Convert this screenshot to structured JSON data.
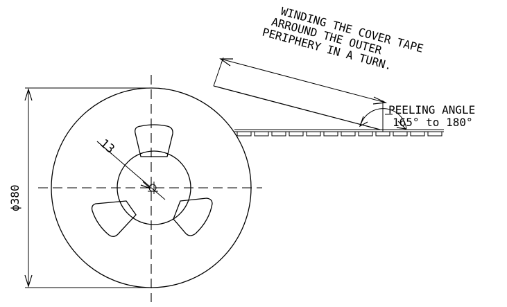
{
  "annotations": {
    "note_line1": "WINDING THE COVER TAPE",
    "note_line2": "ARROUND THE OUTER",
    "note_line3": "PERIPHERY IN A TURN.",
    "peel_label": "PEELING ANGLE",
    "peel_range": "165° to 180°",
    "diameter_label": "ϕ380",
    "radius_label": "13"
  },
  "colors": {
    "line": "#000000",
    "background": "#ffffff"
  }
}
